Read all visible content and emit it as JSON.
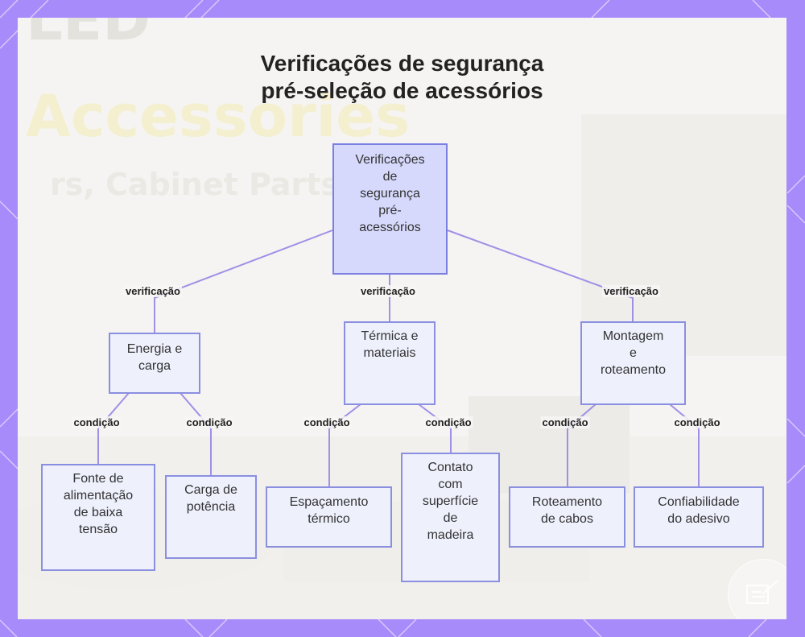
{
  "diagram": {
    "title_line1": "Verificações de segurança",
    "title_line2": "pré-seleção de acessórios",
    "colors": {
      "frame": "#a78bfa",
      "node_fill": "#eef0fc",
      "root_fill": "#d6d9fb",
      "node_border": "#8b8fe0",
      "edge": "#a38ee6"
    },
    "background_text": {
      "line1": "LED",
      "line2": "Accessories",
      "line3": "rs, Cabinet Parts"
    },
    "nodes": {
      "root": {
        "lines": [
          "Verificações",
          "de",
          "segurança",
          "pré-",
          "acessórios"
        ]
      },
      "energia": {
        "lines": [
          "Energia e",
          "carga"
        ]
      },
      "termica": {
        "lines": [
          "Térmica e",
          "materiais"
        ]
      },
      "montagem": {
        "lines": [
          "Montagem",
          "e",
          "roteamento"
        ]
      },
      "fonte": {
        "lines": [
          "Fonte de",
          "alimentação",
          "de baixa",
          "tensão"
        ]
      },
      "carga": {
        "lines": [
          "Carga de",
          "potência"
        ]
      },
      "espacamento": {
        "lines": [
          "Espaçamento",
          "térmico"
        ]
      },
      "contato": {
        "lines": [
          "Contato",
          "com",
          "superfície",
          "de",
          "madeira"
        ]
      },
      "roteamento": {
        "lines": [
          "Roteamento",
          "de cabos"
        ]
      },
      "confiabilidade": {
        "lines": [
          "Confiabilidade",
          "do adesivo"
        ]
      }
    },
    "edge_labels": {
      "root_energia": "verificação",
      "root_termica": "verificação",
      "root_montagem": "verificação",
      "energia_fonte": "condição",
      "energia_carga": "condição",
      "termica_espacamento": "condição",
      "termica_contato": "condição",
      "montagem_roteamento": "condição",
      "montagem_confiabilidade": "condição"
    },
    "badge_icon": "brand-logo-icon"
  }
}
